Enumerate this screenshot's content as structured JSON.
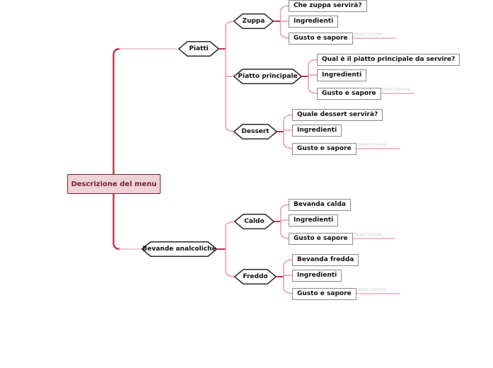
{
  "palette": {
    "trunk_red": "#c5304c",
    "link_pink": "#ee96a8",
    "link_light_pink": "#f3bcc8",
    "root_bg": "#eed2d9",
    "root_border": "#7a2033",
    "leaf_border": "#8a8a8a",
    "note_gray": "#c9c9c9"
  },
  "root": {
    "label": "Descrizione del menu"
  },
  "branches": [
    {
      "label": "Piatti",
      "children": [
        {
          "label": "Zuppa",
          "items": [
            "Che zuppa servirà?",
            "Ingredienti",
            "Gusto e sapore"
          ],
          "note": "descrizione"
        },
        {
          "label": "Piatto principale",
          "items": [
            "Qual è il piatto principale da servire?",
            "Ingredienti",
            "Gusto e sapore"
          ],
          "note": "descrizione"
        },
        {
          "label": "Dessert",
          "items": [
            "Quale dessert servirà?",
            "Ingredienti",
            "Gusto e sapore"
          ],
          "note": "descrizione"
        }
      ]
    },
    {
      "label": "Bevande analcoliche",
      "children": [
        {
          "label": "Caldo",
          "items": [
            "Bevanda calda",
            "Ingredienti",
            "Gusto e sapore"
          ],
          "note": "descrizione"
        },
        {
          "label": "Freddo",
          "items": [
            "Bevanda fredda",
            "Ingredienti",
            "Gusto e sapore"
          ],
          "note": "descrizione"
        }
      ]
    }
  ]
}
